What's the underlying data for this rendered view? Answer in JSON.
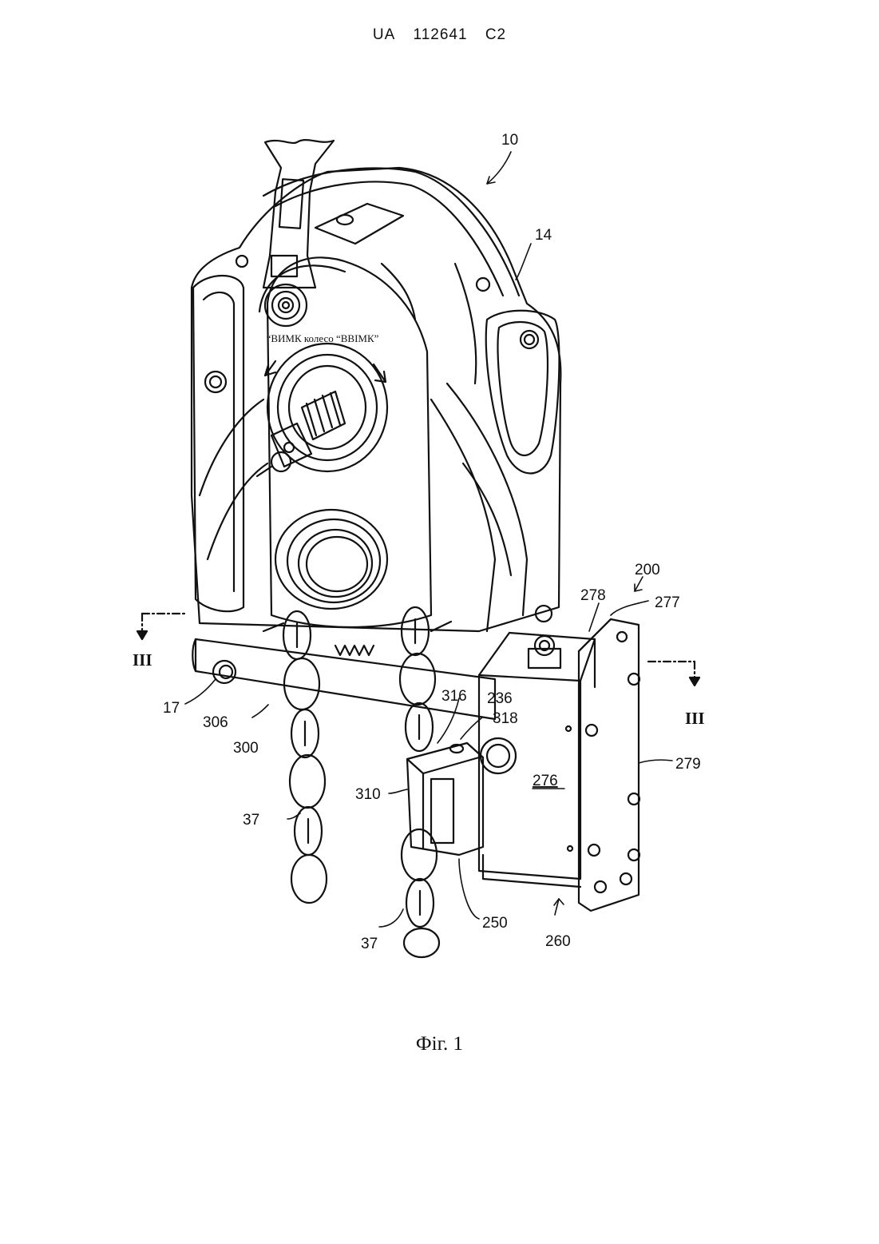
{
  "header": {
    "country": "UA",
    "number": "112641",
    "kind": "C2"
  },
  "figure": {
    "caption": "Фіг. 1",
    "handle_label": "“ВИМК колесо “ВВІМК”",
    "reference_numerals": {
      "n10": "10",
      "n14": "14",
      "n200": "200",
      "n278": "278",
      "n277": "277",
      "n236": "236",
      "n316": "316",
      "n318": "318",
      "n279": "279",
      "n276": "276",
      "n17": "17",
      "n306": "306",
      "n300": "300",
      "n310": "310",
      "n37a": "37",
      "n37b": "37",
      "n250": "250",
      "n260": "260"
    },
    "section_marks": {
      "left": "III",
      "right": "III"
    }
  }
}
